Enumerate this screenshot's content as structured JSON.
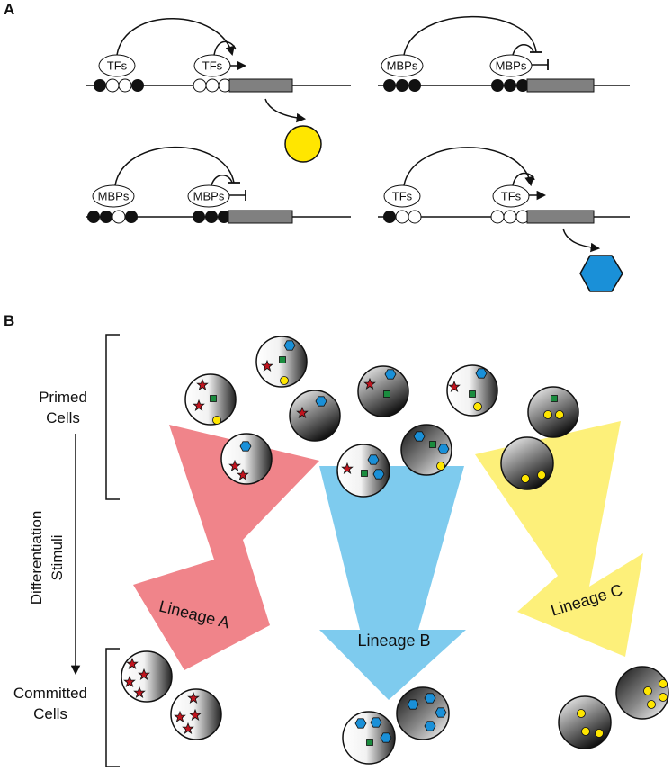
{
  "panels": {
    "a": "A",
    "b": "B"
  },
  "panel_a": {
    "tf_label": "TFs",
    "mbp_label": "MBPs"
  },
  "panel_b": {
    "primed_line1": "Primed",
    "primed_line2": "Cells",
    "stimuli_line1": "Differentiation",
    "stimuli_line2": "Stimuli",
    "committed_line1": "Committed",
    "committed_line2": "Cells",
    "lineage_a": "Lineage A",
    "lineage_b": "Lineage B",
    "lineage_c": "Lineage C"
  },
  "colors": {
    "lineage_a": "#f0848a",
    "lineage_b": "#7ecbee",
    "lineage_c": "#fdf07a",
    "star": "#c0141e",
    "hexagon": "#1a90d8",
    "square": "#1a8c3e",
    "circle": "#ffe600",
    "gene_box": "#808080"
  }
}
